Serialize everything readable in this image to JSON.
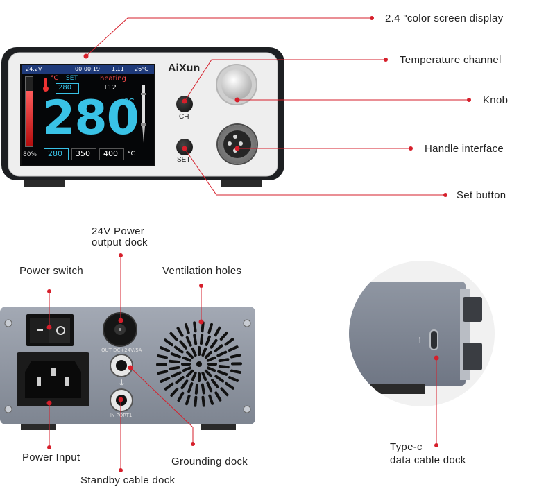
{
  "front": {
    "brand": "AiXun",
    "screen": {
      "voltage": "24.2V",
      "time": "00:00:19",
      "version": "1.11",
      "ambient": "26°C",
      "unit_label": "°C",
      "set_label": "SET",
      "set_value": "280",
      "status": "heating",
      "tip_model": "T12",
      "temperature": "280",
      "temp_unit": "°C",
      "power_percent": "80%",
      "presets": [
        "280",
        "350",
        "400"
      ],
      "preset_unit": "°C"
    },
    "ch_label": "CH",
    "set_button_label": "SET",
    "callouts": {
      "screen": "2.4 \"color screen display",
      "channel": "Temperature channel",
      "knob": "Knob",
      "handle": "Handle interface",
      "set": "Set button"
    }
  },
  "rear": {
    "power_out_print": "OUT DC+24V/5A",
    "standby_print": "IN PORT1",
    "callouts": {
      "power_output_line1": "24V Power",
      "power_output_line2": "output dock",
      "power_switch": "Power switch",
      "ventilation": "Ventilation holes",
      "power_input": "Power Input",
      "grounding": "Grounding dock",
      "standby": "Standby cable dock"
    }
  },
  "side": {
    "callouts": {
      "typec_line1": "Type-c",
      "typec_line2": "data cable dock"
    }
  },
  "colors": {
    "accent_red": "#d61f2b",
    "screen_cyan": "#39c2e6",
    "panel_silver": "#e8e8e8",
    "rear_panel": "#8c93a0"
  }
}
